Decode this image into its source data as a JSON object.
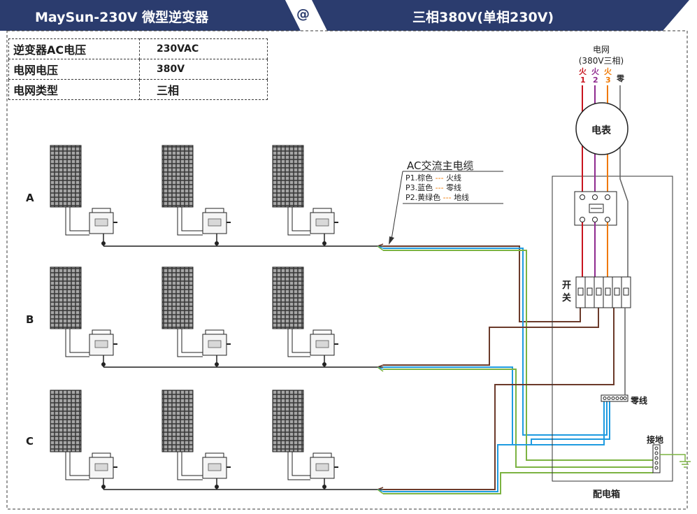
{
  "header": {
    "product": "MaySun-230V 微型逆变器",
    "at": "@",
    "grid_type": "三相380V(单相230V)",
    "color": "#2b3c6e"
  },
  "specs": [
    {
      "label": "逆变器AC电压",
      "value": "230VAC"
    },
    {
      "label": "电网电压",
      "value": "380V"
    },
    {
      "label": "电网类型",
      "value": "三相"
    }
  ],
  "rows": [
    "A",
    "B",
    "C"
  ],
  "grid": {
    "title": "电网",
    "subtitle": "(380V三相)",
    "phases": [
      {
        "label": "火",
        "num": "1",
        "color": "#c8141e"
      },
      {
        "label": "火",
        "num": "2",
        "color": "#8e2a8e"
      },
      {
        "label": "火",
        "num": "3",
        "color": "#f07800"
      },
      {
        "label": "零",
        "num": "",
        "color": "#606060"
      }
    ]
  },
  "meter_label": "电表",
  "cable": {
    "title": "AC交流主电缆",
    "lines": [
      {
        "prefix": "P1.棕色",
        "dash": "---",
        "desc": "火线"
      },
      {
        "prefix": "P3.蓝色",
        "dash": "---",
        "desc": "零线"
      },
      {
        "prefix": "P2.黄绿色",
        "dash": "---",
        "desc": "地线"
      }
    ]
  },
  "switch_label": "开关",
  "neutral_label": "零线",
  "ground_label": "接地",
  "box_label": "配电箱",
  "wire_colors": {
    "brown": "#6b3a2a",
    "blue": "#1e9be0",
    "green": "#7cb342",
    "black": "#1e1e1e"
  }
}
